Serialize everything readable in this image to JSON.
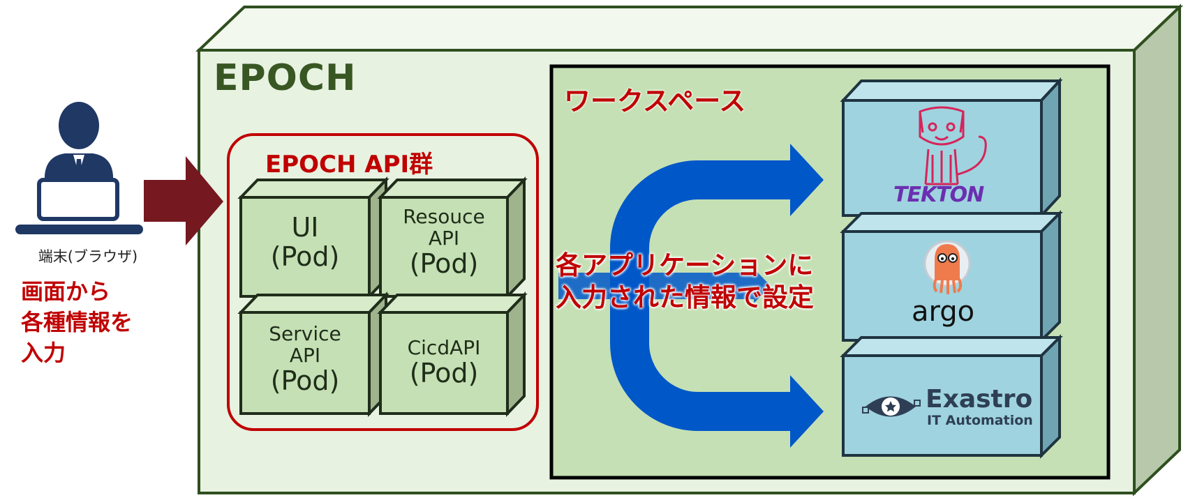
{
  "user": {
    "caption": "端末(ブラウザ)",
    "description_lines": [
      "画面から",
      "各種情報を",
      "入力"
    ]
  },
  "epoch": {
    "title": "EPOCH"
  },
  "api_group": {
    "title": "EPOCH API群",
    "pods": [
      {
        "name_lines": [
          "UI"
        ],
        "pod": "(Pod)"
      },
      {
        "name_lines": [
          "Resouce",
          "API"
        ],
        "pod": "(Pod)"
      },
      {
        "name_lines": [
          "Service",
          "API"
        ],
        "pod": "(Pod)"
      },
      {
        "name_lines": [
          "CicdAPI"
        ],
        "pod": "(Pod)"
      }
    ]
  },
  "workspace": {
    "title": "ワークスペース",
    "note_lines": [
      "各アプリケーションに",
      "入力された情報で設定"
    ],
    "tools": [
      {
        "name": "TEKTON",
        "icon": "tekton-cat-icon"
      },
      {
        "name": "argo",
        "icon": "argo-octopus-icon"
      },
      {
        "name": "Exastro",
        "subname": "IT Automation",
        "icon": "exastro-eye-icon"
      }
    ]
  },
  "colors": {
    "epoch_fill": "#e8f2e1",
    "epoch_border": "#2f4f1f",
    "workspace_fill": "#c5e0b4",
    "pod_fill": "#c5e0b4",
    "api_group_border": "#c00000",
    "tool_fill": "#9fd3df",
    "flow_arrow": "#0057c8",
    "input_arrow": "#751820",
    "user_icon": "#1f3864",
    "red_text": "#c00000"
  }
}
